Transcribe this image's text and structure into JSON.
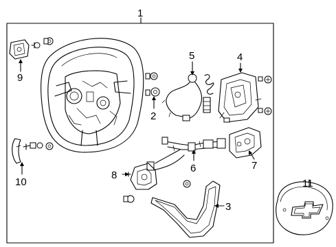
{
  "callouts": {
    "c1": "1",
    "c2": "2",
    "c3": "3",
    "c4": "4",
    "c5": "5",
    "c6": "6",
    "c7": "7",
    "c8": "8",
    "c9": "9",
    "c10": "10",
    "c11": "11"
  },
  "icons": [
    "steering-wheel",
    "airbag-module",
    "bezel-trim",
    "switch-assembly",
    "clockspring",
    "wiring-harness",
    "paddle-shifter",
    "screw",
    "bolt"
  ]
}
